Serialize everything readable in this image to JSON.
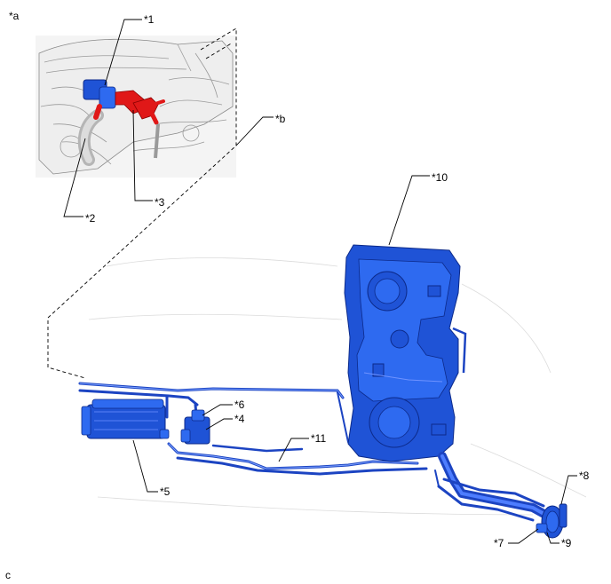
{
  "labels": {
    "view_a": "*a",
    "view_b": "*b",
    "view_c": "c",
    "n1": "*1",
    "n2": "*2",
    "n3": "*3",
    "n4": "*4",
    "n5": "*5",
    "n6": "*6",
    "n7": "*7",
    "n8": "*8",
    "n9": "*9",
    "n10": "*10",
    "n11": "*11"
  },
  "colors": {
    "highlight_blue": "#1f53d6",
    "highlight_red": "#e01818",
    "engine_gray": "#eeeeee"
  }
}
